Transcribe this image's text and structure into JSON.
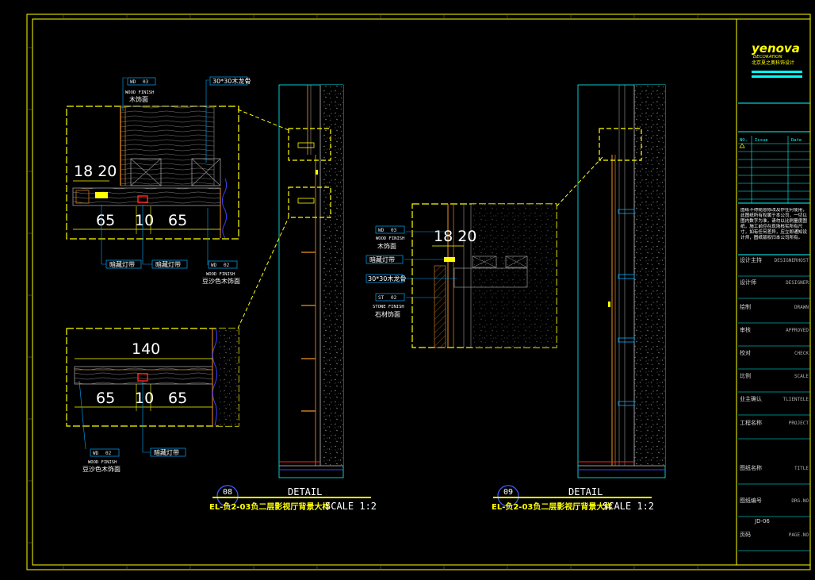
{
  "titleblock": {
    "brand": "yenova",
    "brand_sub": "DECORATION",
    "company": "北京夏之奥科饰设计",
    "rev_headers": [
      "NO.",
      "Issue",
      "Date"
    ],
    "notice": "图纸不得随意修改及作任何使用，此图纸所有权属于本公司，一切以图内数字为准，请勿以比例量度图纸，施工前应在现场核实所有尺寸，如有任何差异，应立即通知设计师，图纸版权归本公司所有。",
    "rows": [
      {
        "cn": "设计主持",
        "en": "DESIGNERHOST"
      },
      {
        "cn": "设计师",
        "en": "DESIGNER"
      },
      {
        "cn": "绘制",
        "en": "DRAWN"
      },
      {
        "cn": "审核",
        "en": "APPROVED"
      },
      {
        "cn": "校对",
        "en": "CHECK"
      },
      {
        "cn": "比例",
        "en": "SCALE"
      },
      {
        "cn": "业主确认",
        "en": "TLIENTELE"
      },
      {
        "cn": "工程名称",
        "en": "PROJECT"
      },
      {
        "cn": "图纸名称",
        "en": "TITLE"
      },
      {
        "cn": "图纸编号",
        "en": "DRG.NO"
      },
      {
        "cn": "页码",
        "en": "PAGE.NO"
      }
    ],
    "drawing_no": "JD-06"
  },
  "detail08": {
    "num": "08",
    "label": "DETAIL",
    "title": "EL-负2-03负二层影视厅背景大样",
    "scale": "SCALE 1:2",
    "top": {
      "dim_top": "18 20",
      "dims": [
        "65",
        "10",
        "65"
      ],
      "tag_wood": {
        "code": "WD",
        "no": "03",
        "en": "WOOD FINISH",
        "cn": "木饰面"
      },
      "tag_keel": "30*30木龙骨",
      "tag_led1": "暗藏灯带",
      "tag_led2": "暗藏灯带",
      "tag_sand": {
        "code": "WD",
        "no": "02",
        "en": "WOOD FINISH",
        "cn": "豆沙色木饰面"
      }
    },
    "bottom": {
      "dim_top": "140",
      "dims": [
        "65",
        "10",
        "65"
      ],
      "tag_sand": {
        "code": "WD",
        "no": "02",
        "en": "WOOD FINISH",
        "cn": "豆沙色木饰面"
      },
      "tag_led": "暗藏灯带"
    }
  },
  "detail09": {
    "num": "09",
    "label": "DETAIL",
    "title": "EL-负2-03负二层影视厅背景大样",
    "scale": "SCALE 1:2",
    "dim_top": "18 20",
    "tag_wood": {
      "code": "WD",
      "no": "03",
      "en": "WOOD FINISH",
      "cn": "木饰面"
    },
    "tag_led": "暗藏灯带",
    "tag_keel": "30*30木龙骨",
    "tag_stone": {
      "code": "ST",
      "no": "02",
      "en": "STONE FINISH",
      "cn": "石材饰面"
    }
  },
  "colors": {
    "bg": "#000000",
    "frame": "#ffff00",
    "line": "#b0b0b0",
    "accent": "#00ffff",
    "wall": "#9a9a9a",
    "wood": "#c87a1e"
  }
}
